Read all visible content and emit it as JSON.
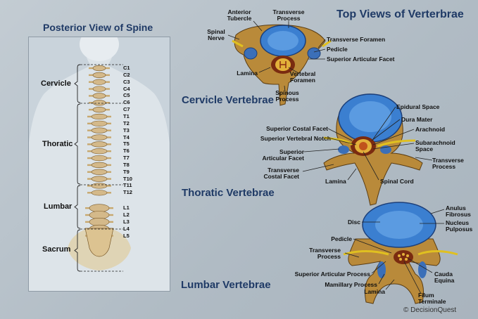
{
  "titles": {
    "posterior": "Posterior View of Spine",
    "top_views": "Top Views of Verterbrae",
    "cervicle": "Cervicle Vertebrae",
    "thoratic": "Thoratic Vertebrae",
    "lumbar": "Lumbar Vertebrae"
  },
  "regions": {
    "cervicle": "Cervicle",
    "thoratic": "Thoratic",
    "lumbar": "Lumbar",
    "sacrum": "Sacrum"
  },
  "vertebra_labels": [
    "C1",
    "C2",
    "C3",
    "C4",
    "C5",
    "C6",
    "C7",
    "T1",
    "T2",
    "T3",
    "T4",
    "T5",
    "T6",
    "T7",
    "T8",
    "T9",
    "T10",
    "T11",
    "T12",
    "L1",
    "L2",
    "L3",
    "L4",
    "L5"
  ],
  "cervical_labels": {
    "anterior_tubercle": "Anterior\nTubercle",
    "transverse_process": "Transverse\nProcess",
    "spinal_nerve": "Spinal\nNerve",
    "transverse_foramen": "Transverse Foramen",
    "pedicle": "Pedicle",
    "superior_articular_facet": "Superior Articular Facet",
    "lamina": "Lamina",
    "vertebral_foramen": "Vertebral\nForamen",
    "spinous_process": "Spinous\nProcess"
  },
  "thoracic_labels": {
    "epidural_space": "Epidural Space",
    "dura_mater": "Dura Mater",
    "superior_costal_facet": "Superior Costal Facet",
    "superior_vertebral_notch": "Superior Vertebral Notch",
    "arachnoid": "Arachnoid",
    "subarachnoid_space": "Subarachnoid\nSpace",
    "superior_articular_facet": "Superior\nArticular Facet",
    "transverse_process": "Transverse\nProcess",
    "transverse_costal_facet": "Transverse\nCostal Facet",
    "lamina": "Lamina",
    "spinal_cord": "Spinal Cord"
  },
  "lumbar_labels": {
    "anulus_fibrosus": "Anulus\nFibrosus",
    "disc": "Disc",
    "nucleus_pulposus": "Nucleus\nPulposus",
    "pedicle": "Pedicle",
    "transverse_process": "Transverse\nProcess",
    "superior_articular_process": "Superior Articular Process",
    "cauda_equina": "Cauda\nEquina",
    "mamillary_process": "Mamillary Process",
    "lamina": "Lamina",
    "filum_terminale": "Filum\nTerminale"
  },
  "credit": "© DecisionQuest",
  "colors": {
    "title": "#1f3a66",
    "bone": "#b98a3a",
    "disc": "#3b7fd0",
    "nerve": "#e0c020",
    "background": "#b6c0c8"
  }
}
